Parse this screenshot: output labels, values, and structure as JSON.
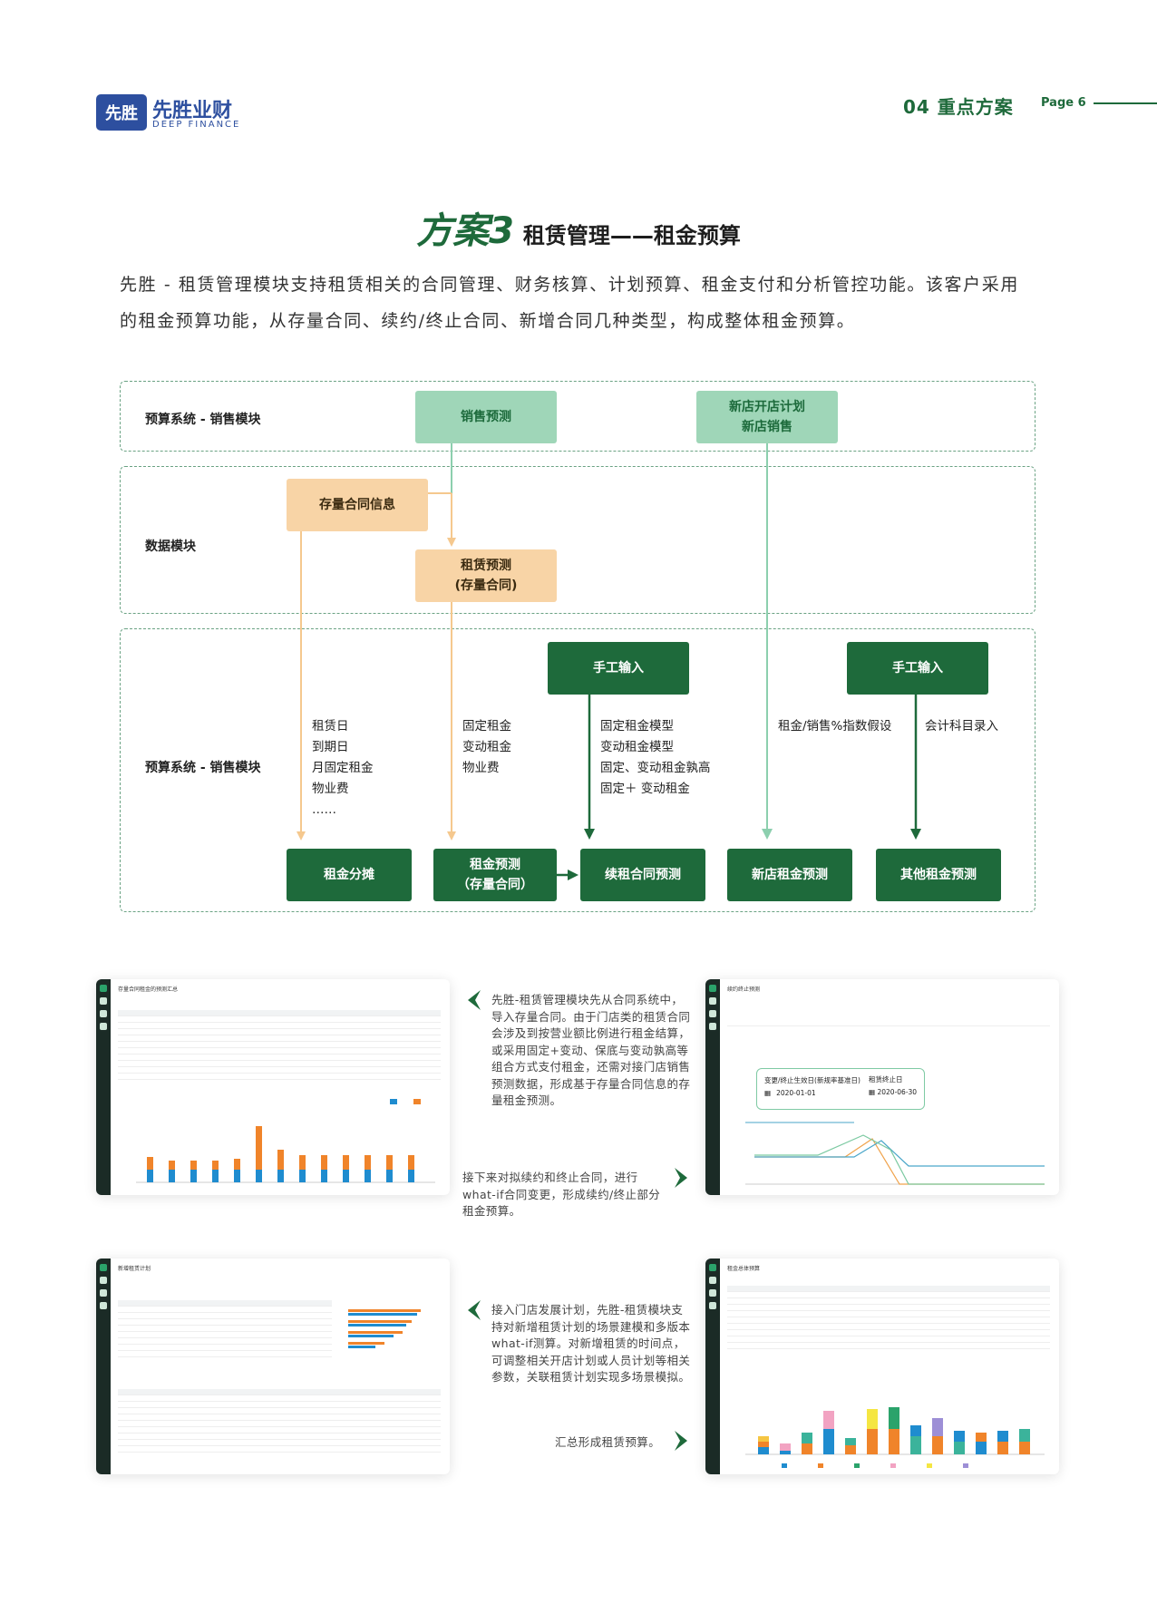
{
  "header": {
    "logo_mark": "先胜",
    "logo_cn": "先胜业财",
    "logo_en": "DEEP FINANCE",
    "section": "04 重点方案",
    "page": "Page 6"
  },
  "title": {
    "scheme": "方案3",
    "subject": "租赁管理——租金预算"
  },
  "intro": "先胜 - 租赁管理模块支持租赁相关的合同管理、财务核算、计划预算、租金支付和分析管控功能。该客户采用的租金预算功能，从存量合同、续约/终止合同、新增合同几种类型，构成整体租金预算。",
  "diagram": {
    "zones": {
      "sales": "预算系统 - 销售模块",
      "data": "数据模块",
      "budget": "预算系统 - 销售模块"
    },
    "nodes": {
      "sales_forecast": "销售预测",
      "new_store_plan": "新店开店计划",
      "new_store_sales": "新店销售",
      "existing_contract_info": "存量合同信息",
      "lease_forecast_l1": "租赁预测",
      "lease_forecast_l2": "(存量合同)",
      "manual_input_1": "手工输入",
      "manual_input_2": "手工输入",
      "rent_allocation": "租金分摊",
      "rent_forecast_l1": "租金预测",
      "rent_forecast_l2": "（存量合同）",
      "renewal_forecast": "续租合同预测",
      "new_store_rent_forecast": "新店租金预测",
      "other_rent_forecast": "其他租金预测"
    },
    "lists": {
      "list_a": [
        "租赁日",
        "到期日",
        "月固定租金",
        "物业费",
        "……"
      ],
      "list_b": [
        "固定租金",
        "变动租金",
        "物业费"
      ],
      "list_c": [
        "固定租金模型",
        "变动租金模型",
        "固定、变动租金孰高",
        "固定＋ 变动租金"
      ],
      "list_d": "租金/销售%指数假设",
      "list_e": "会计科目录入"
    }
  },
  "screens": {
    "shot1_title": "存量合同租金的预测汇总",
    "shot2_title": "续约终止预测",
    "shot2_from_label": "变更/终止生效日(新规率基准日)",
    "shot2_from_date": "2020-01-01",
    "shot2_to_label": "租赁终止日",
    "shot2_to_date": "2020-06-30",
    "shot3_title": "新增租赁计划",
    "shot4_title": "租金总体预算"
  },
  "callouts": {
    "c1": "先胜-租赁管理模块先从合同系统中，导入存量合同。由于门店类的租赁合同会涉及到按营业额比例进行租金结算，或采用固定+变动、保底与变动孰高等组合方式支付租金，还需对接门店销售预测数据，形成基于存量合同信息的存量租金预测。",
    "c2": "接下来对拟续约和终止合同，进行what-if合同变更，形成续约/终止部分租金预算。",
    "c3": "接入门店发展计划，先胜-租赁模块支持对新增租赁计划的场景建模和多版本what-if测算。对新增租赁的时间点，可调整相关开店计划或人员计划等相关参数，关联租赁计划实现多场景模拟。",
    "c4": "汇总形成租赁预算。"
  },
  "colors": {
    "brand_blue": "#2d4f9f",
    "brand_green": "#1e6a3b",
    "mint": "#9fd6b8",
    "peach": "#f8d4a6",
    "peach_line": "#f5c88e",
    "mint_line": "#8ccfae"
  }
}
